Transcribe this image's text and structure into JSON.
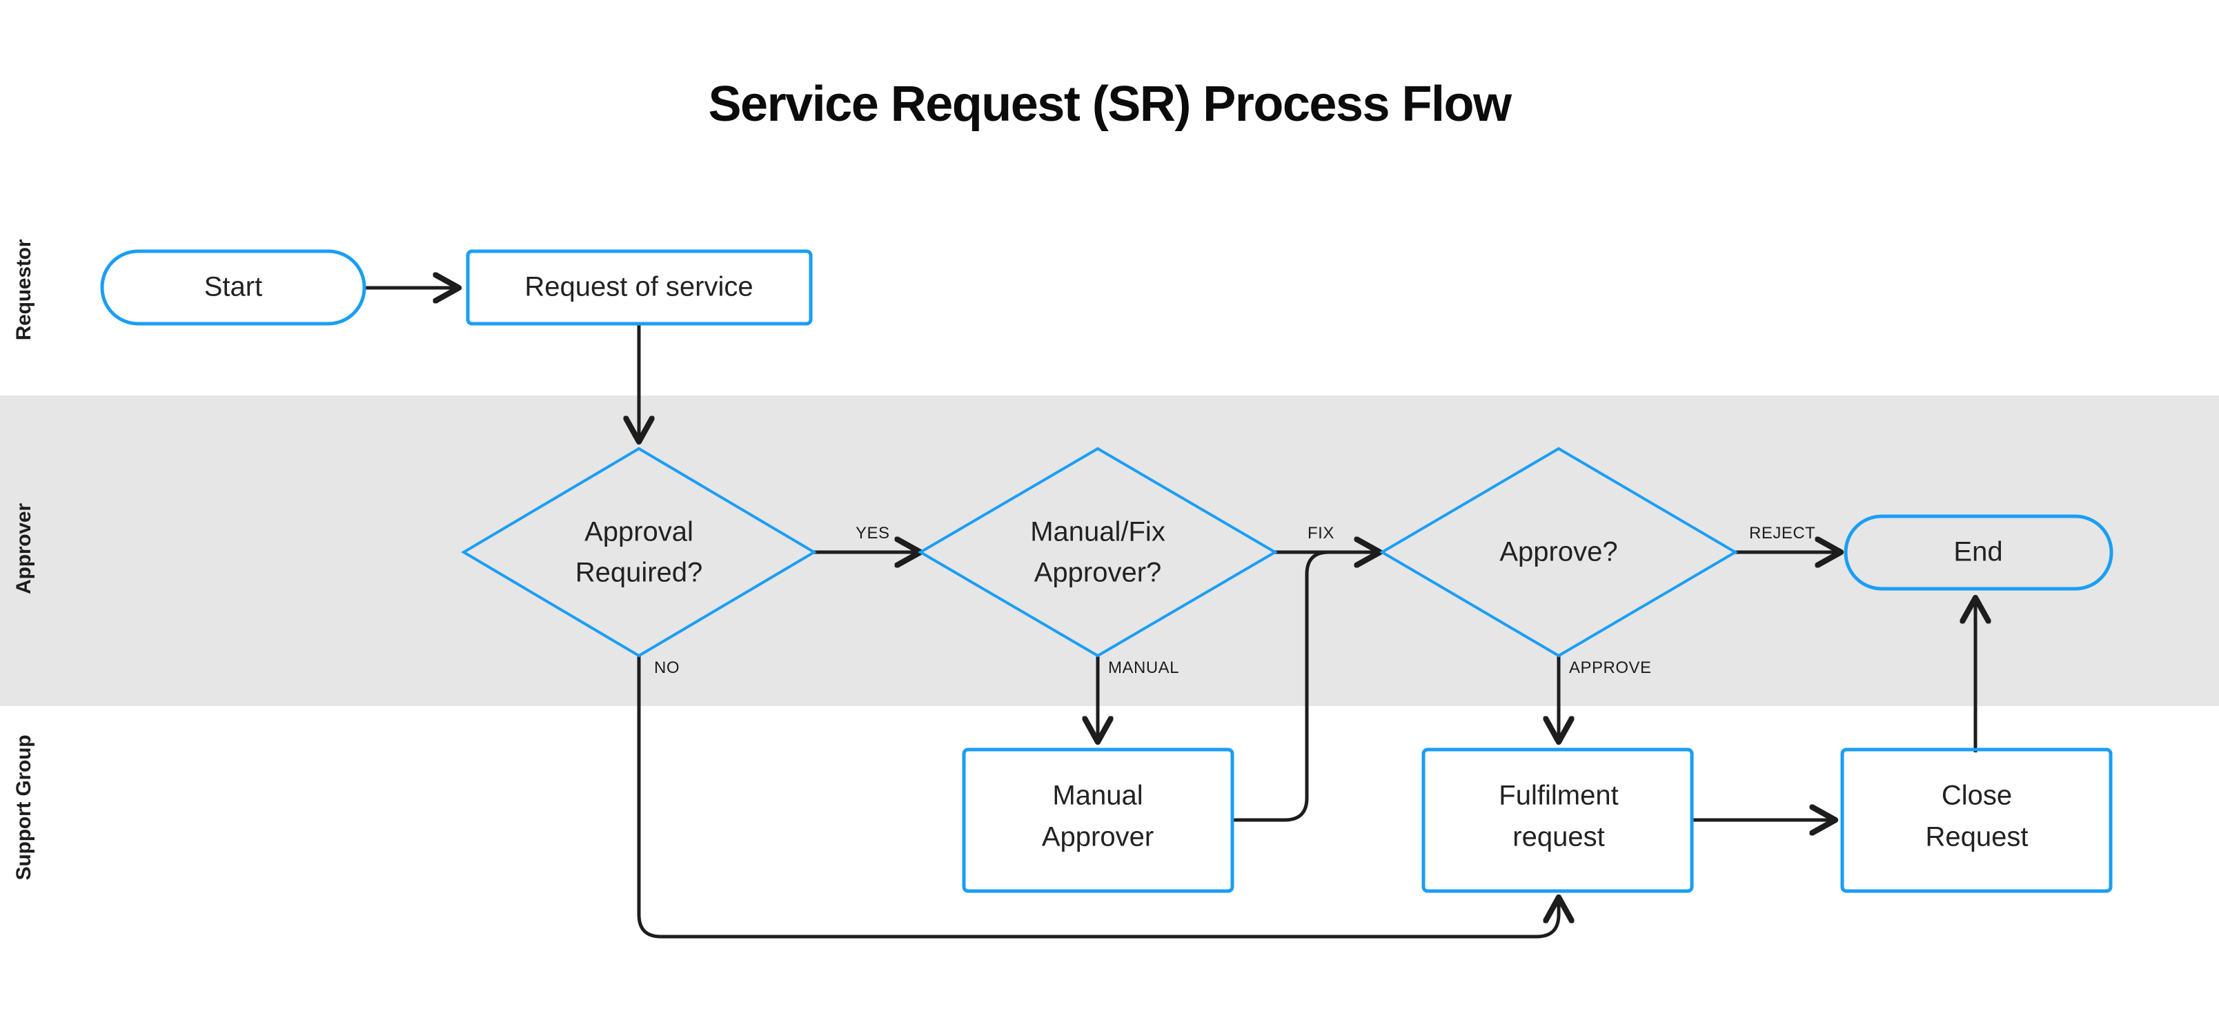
{
  "page": {
    "title": "Service Request (SR) Process Flow",
    "background_color": "#ffffff",
    "accent_color": "#1a9ef5",
    "line_color": "#1d1d1d",
    "lane_shade_color": "#e6e6e6"
  },
  "lanes": [
    {
      "id": "requestor",
      "label": "Requestor",
      "shaded": false
    },
    {
      "id": "approver",
      "label": "Approver",
      "shaded": true
    },
    {
      "id": "support_group",
      "label": "Support Group",
      "shaded": false
    }
  ],
  "nodes": [
    {
      "id": "start",
      "label": "Start",
      "shape": "pill",
      "lane": "requestor"
    },
    {
      "id": "request_service",
      "label": "Request of service",
      "shape": "rectangle",
      "lane": "requestor"
    },
    {
      "id": "approval_required",
      "label_line1": "Approval",
      "label_line2": "Required?",
      "shape": "diamond",
      "lane": "approver"
    },
    {
      "id": "manual_fix",
      "label_line1": "Manual/Fix",
      "label_line2": "Approver?",
      "shape": "diamond",
      "lane": "approver"
    },
    {
      "id": "approve",
      "label": "Approve?",
      "shape": "diamond",
      "lane": "approver"
    },
    {
      "id": "end",
      "label": "End",
      "shape": "pill",
      "lane": "approver"
    },
    {
      "id": "manual_approver",
      "label_line1": "Manual",
      "label_line2": "Approver",
      "shape": "rectangle",
      "lane": "support_group"
    },
    {
      "id": "fulfilment",
      "label_line1": "Fulfilment",
      "label_line2": "request",
      "shape": "rectangle",
      "lane": "support_group"
    },
    {
      "id": "close_request",
      "label_line1": "Close",
      "label_line2": "Request",
      "shape": "rectangle",
      "lane": "support_group"
    }
  ],
  "edges": [
    {
      "id": "e1",
      "from": "start",
      "to": "request_service",
      "label": ""
    },
    {
      "id": "e2",
      "from": "request_service",
      "to": "approval_required",
      "label": ""
    },
    {
      "id": "e3",
      "from": "approval_required",
      "to": "manual_fix",
      "label": "YES"
    },
    {
      "id": "e4",
      "from": "approval_required",
      "to": "fulfilment",
      "label": "NO"
    },
    {
      "id": "e5",
      "from": "manual_fix",
      "to": "approve",
      "label": "FIX"
    },
    {
      "id": "e6",
      "from": "manual_fix",
      "to": "manual_approver",
      "label": "MANUAL"
    },
    {
      "id": "e7",
      "from": "manual_approver",
      "to": "approve",
      "label": ""
    },
    {
      "id": "e8",
      "from": "approve",
      "to": "end",
      "label": "REJECT"
    },
    {
      "id": "e9",
      "from": "approve",
      "to": "fulfilment",
      "label": "APPROVE"
    },
    {
      "id": "e10",
      "from": "fulfilment",
      "to": "close_request",
      "label": ""
    },
    {
      "id": "e11",
      "from": "close_request",
      "to": "end",
      "label": ""
    }
  ]
}
